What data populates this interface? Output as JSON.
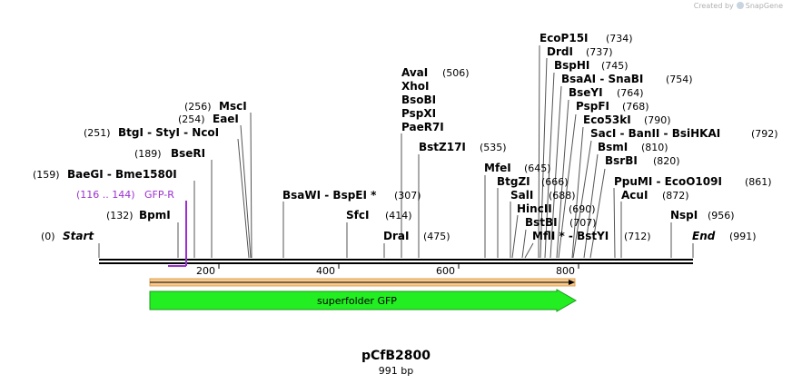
{
  "watermark": {
    "created_by": "Created by",
    "brand": "SnapGene"
  },
  "plasmid": {
    "name": "pCfB2800",
    "length": "991 bp"
  },
  "ruler": {
    "ticks": [
      200,
      400,
      600,
      800
    ]
  },
  "features": {
    "primer": {
      "label": "GFP-R",
      "range": "(116 .. 144)",
      "color": "#9b30d0"
    },
    "primer_arrow_label": "",
    "gene": {
      "label": "superfolder GFP",
      "color": "#22ee22"
    }
  },
  "sites": [
    {
      "name": "Start",
      "pos": "(0)",
      "italic": true
    },
    {
      "name": "BpmI",
      "pos": "(132)"
    },
    {
      "name": "BaeGI - Bme1580I",
      "pos": "(159)"
    },
    {
      "name": "BseRI",
      "pos": "(189)"
    },
    {
      "name": "BtgI - StyI - NcoI",
      "pos": "(251)"
    },
    {
      "name": "EaeI",
      "pos": "(254)"
    },
    {
      "name": "MscI",
      "pos": "(256)"
    },
    {
      "name": "BsaWI - BspEI *",
      "pos": "(307)"
    },
    {
      "name": "SfcI",
      "pos": "(414)"
    },
    {
      "name": "DraI",
      "pos": "(475)"
    },
    {
      "name": "AvaI",
      "pos": "(506)"
    },
    {
      "name": "XhoI",
      "pos": ""
    },
    {
      "name": "BsoBI",
      "pos": ""
    },
    {
      "name": "PspXI",
      "pos": ""
    },
    {
      "name": "PaeR7I",
      "pos": ""
    },
    {
      "name": "BstZ17I",
      "pos": "(535)"
    },
    {
      "name": "MfeI",
      "pos": "(645)"
    },
    {
      "name": "BtgZI",
      "pos": "(666)"
    },
    {
      "name": "SalI",
      "pos": "(688)"
    },
    {
      "name": "HincII",
      "pos": "(690)"
    },
    {
      "name": "BstBI",
      "pos": "(707)"
    },
    {
      "name": "MflI * - BstYI",
      "pos": "(712)"
    },
    {
      "name": "EcoP15I",
      "pos": "(734)"
    },
    {
      "name": "DrdI",
      "pos": "(737)"
    },
    {
      "name": "BspHI",
      "pos": "(745)"
    },
    {
      "name": "BsaAI - SnaBI",
      "pos": "(754)"
    },
    {
      "name": "BseYI",
      "pos": "(764)"
    },
    {
      "name": "PspFI",
      "pos": "(768)"
    },
    {
      "name": "Eco53kI",
      "pos": "(790)"
    },
    {
      "name": "SacI - BanII - BsiHKAI",
      "pos": "(792)"
    },
    {
      "name": "BsmI",
      "pos": "(810)"
    },
    {
      "name": "BsrBI",
      "pos": "(820)"
    },
    {
      "name": "PpuMI - EcoO109I",
      "pos": "(861)"
    },
    {
      "name": "AcuI",
      "pos": "(872)"
    },
    {
      "name": "NspI",
      "pos": "(956)"
    },
    {
      "name": "End",
      "pos": "(991)",
      "italic": true
    }
  ]
}
